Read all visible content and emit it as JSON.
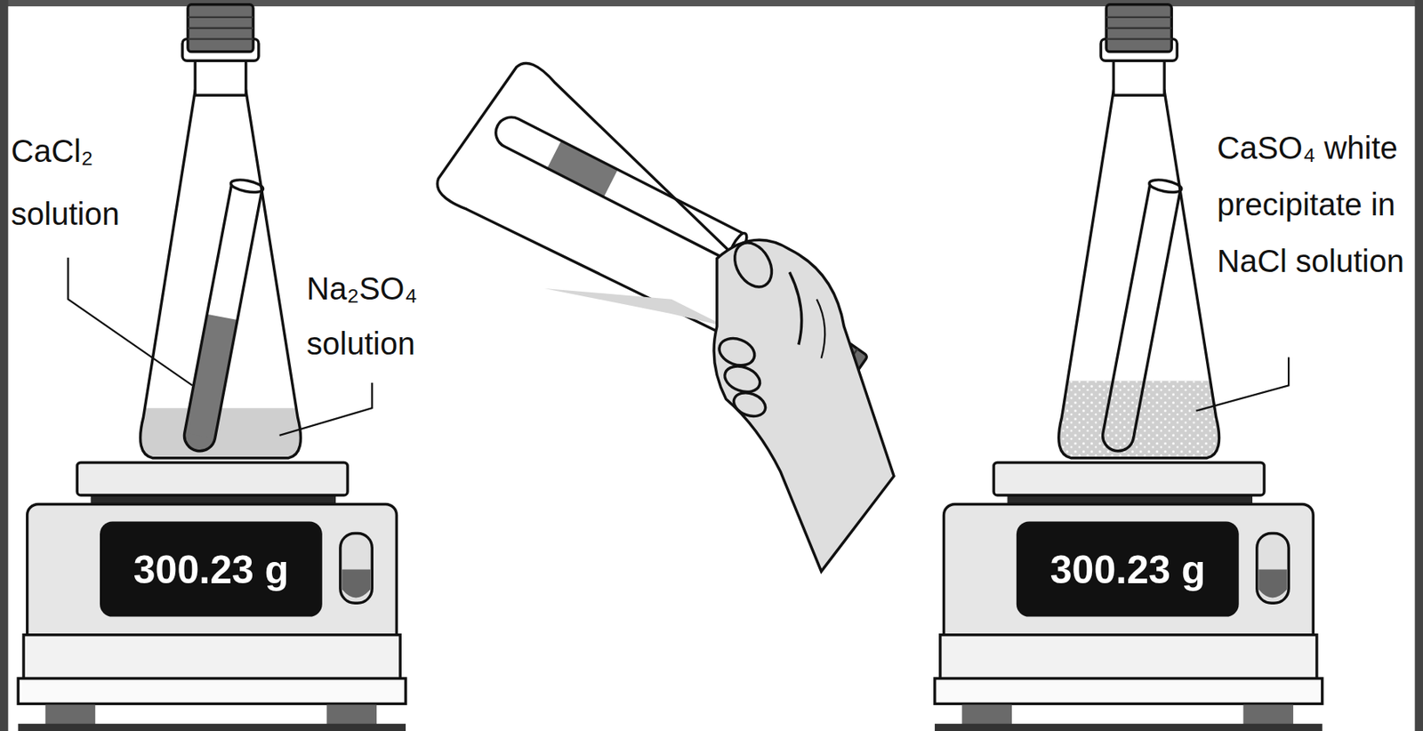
{
  "diagram": {
    "labels": [
      "CaCl₂ solution",
      "Na₂SO₄ solution",
      "300.23 g",
      "CaSO₄ white precipitate in NaCl solution",
      "300.23 g"
    ]
  }
}
